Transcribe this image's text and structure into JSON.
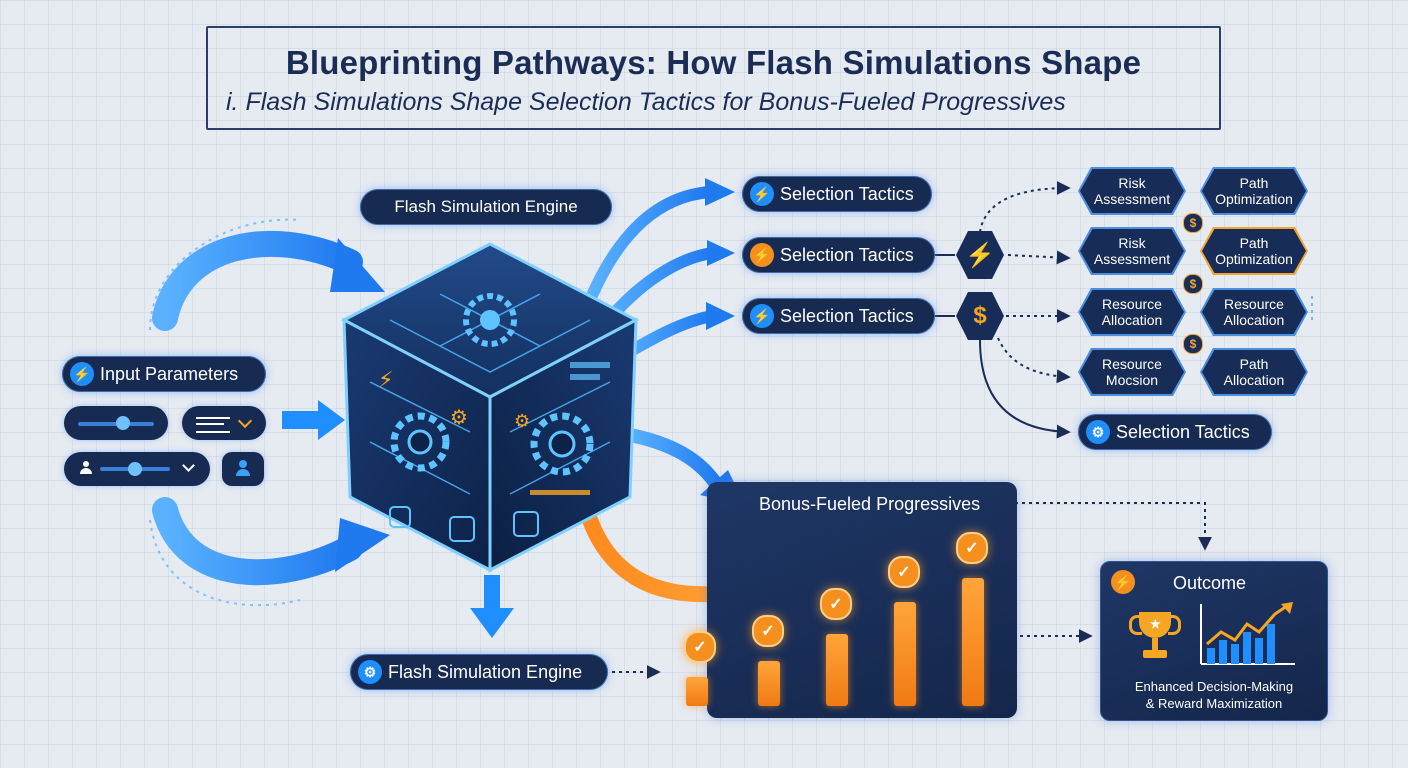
{
  "title": {
    "main": "Blueprinting Pathways: How Flash Simulations Shape",
    "sub": "i. Flash Simulations Shape Selection Tactics for Bonus-Fueled Progressives"
  },
  "engine_label_top": "Flash Simulation Engine",
  "engine_label_bottom": "Flash Simulation Engine",
  "input_parameters": "Input Parameters",
  "selection_tactics": [
    "Selection Tactics",
    "Selection Tactics",
    "Selection Tactics",
    "Selection Tactics"
  ],
  "hex_grid": [
    [
      "Risk Assessment",
      "Path Optimization"
    ],
    [
      "Risk Assessment",
      "Path Optimization"
    ],
    [
      "Resource Allocation",
      "Resource Allocation"
    ],
    [
      "Resource Mocsion",
      "Path Allocation"
    ]
  ],
  "progressives": {
    "title": "Bonus-Fueled Progressives",
    "levels": [
      0.18,
      0.28,
      0.45,
      0.65,
      0.8
    ]
  },
  "outcome": {
    "title": "Outcome",
    "line1": "Enhanced Decision-Making",
    "line2": "& Reward Maximization"
  },
  "icons": {
    "lightning": "⚡",
    "dollar": "$",
    "check": "✓",
    "gear": "⚙",
    "trophy": "🏆",
    "user": "user-icon",
    "chevron": "⌄",
    "menu": "≡"
  },
  "colors": {
    "navy": "#162a52",
    "accent_blue": "#1f8fff",
    "accent_orange": "#f5901e",
    "text_dark": "#1b2d55"
  }
}
